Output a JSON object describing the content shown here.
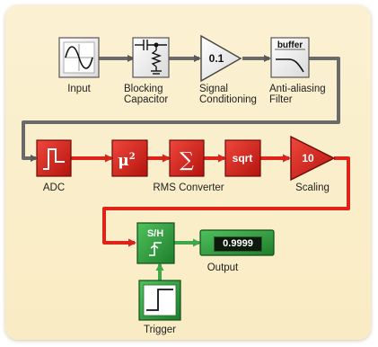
{
  "blocks": {
    "input": {
      "label": "Input"
    },
    "blocking_capacitor": {
      "label": "Blocking\nCapacitor"
    },
    "signal_conditioning": {
      "label": "Signal\nConditioning",
      "symbol": "0.1"
    },
    "anti_aliasing_filter": {
      "label": "Anti-aliasing\nFilter",
      "symbol": "buffer"
    },
    "adc": {
      "label": "ADC"
    },
    "square": {
      "symbol_base": "μ",
      "symbol_exp": "2"
    },
    "sum": {
      "symbol": "∑"
    },
    "sqrt": {
      "symbol": "sqrt"
    },
    "rms_converter": {
      "label": "RMS Converter"
    },
    "scaling": {
      "label": "Scaling",
      "symbol": "10"
    },
    "sample_hold": {
      "symbol": "S/H"
    },
    "output": {
      "label": "Output",
      "value": "0.9999"
    },
    "trigger": {
      "label": "Trigger"
    }
  },
  "colors": {
    "panel": "#f9ecc4",
    "gray_block": "#eeeeee",
    "red_block": "#d8241c",
    "green_block": "#2f9e3f",
    "red_wire": "#e02218",
    "green_wire": "#3fa84a",
    "gray_wire": "#6a6a6a"
  }
}
